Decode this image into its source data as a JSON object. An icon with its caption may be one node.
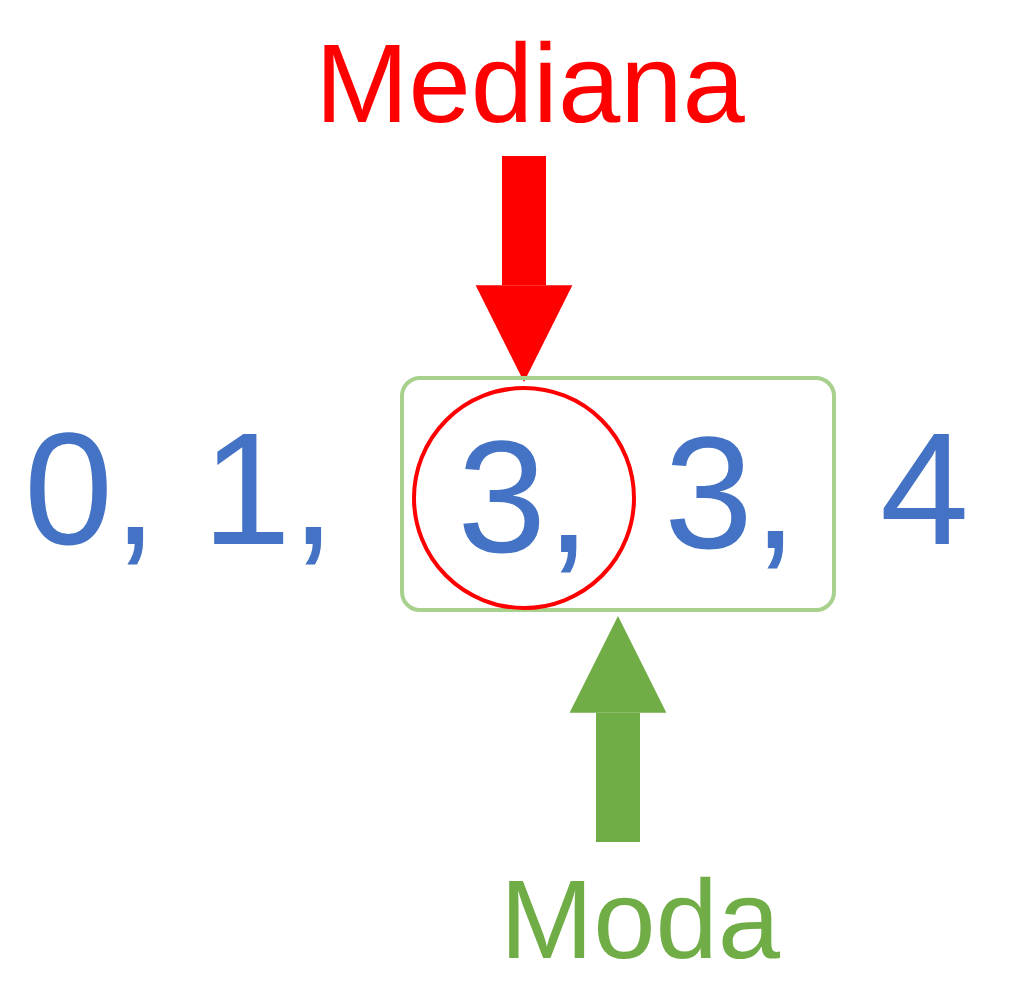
{
  "diagram": {
    "nodes": [
      {
        "text": [
          "Mediana"
        ]
      },
      {
        "text": [],
        "shape": "box"
      },
      {
        "text": [
          "3,"
        ],
        "in": 1
      },
      {
        "text": [
          "Moda"
        ]
      }
    ],
    "edges": [
      {
        "from": 0,
        "to": 2,
        "arrow": "to",
        "color": "#ff0000"
      },
      {
        "from": 3,
        "to": 1,
        "arrow": "to",
        "color": "#70ad47"
      }
    ],
    "labels": [
      "0, 1,",
      "3,",
      "4"
    ]
  }
}
